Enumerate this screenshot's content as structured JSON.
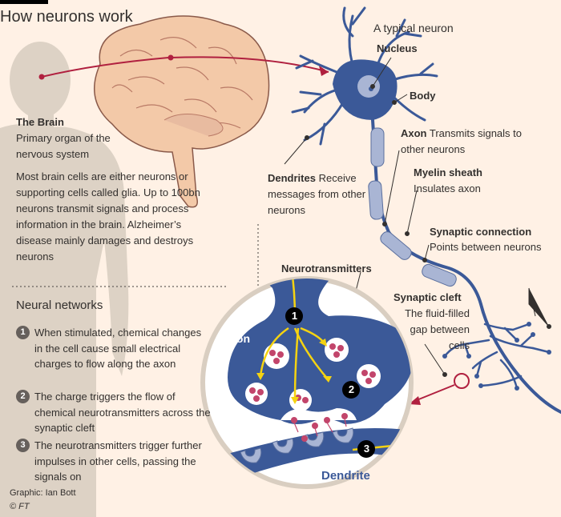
{
  "title": "How neurons work",
  "brain": {
    "heading": "The Brain",
    "subtitle": "Primary organ of the nervous system",
    "description": "Most brain cells are either neurons or supporting cells called glia. Up to 100bn neurons transmit signals and process information in the brain. Alzheimer’s disease mainly damages and destroys neurons"
  },
  "neural_networks": {
    "heading": "Neural networks",
    "steps": [
      {
        "num": "1",
        "text": "When stimulated, chemical changes in the cell cause small electrical charges to flow along the axon"
      },
      {
        "num": "2",
        "text": "The charge triggers the flow of chemical neurotransmitters across the synaptic cleft"
      },
      {
        "num": "3",
        "text": "The neurotransmitters trigger further impulses in other cells, passing the signals on"
      }
    ]
  },
  "neuron": {
    "heading": "A typical neuron",
    "labels": {
      "nucleus": "Nucleus",
      "body": "Body",
      "axon_term": "Axon",
      "axon_desc": "Transmits signals to other neurons",
      "myelin_term": "Myelin sheath",
      "myelin_desc": "Insulates axon",
      "dendrites_term": "Dendrites",
      "dendrites_desc": "Receive messages from other neurons",
      "synaptic_conn_term": "Synaptic connection",
      "synaptic_conn_desc": "Points between neurons",
      "cleft_term": "Synaptic cleft",
      "cleft_desc": "The fluid-filled gap between cells"
    }
  },
  "inset": {
    "neurotransmitters": "Neurotransmitters",
    "axon": "Axon",
    "dendrite": "Dendrite",
    "markers": [
      "1",
      "2",
      "3"
    ]
  },
  "credit": {
    "graphic": "Graphic: Ian Bott",
    "copyright": "© FT"
  },
  "colors": {
    "background": "#fff1e5",
    "neuron_blue": "#3b5998",
    "myelin": "#a9b5d4",
    "silhouette": "#d9cec1",
    "brain": "#f3c9a8",
    "arrow_red": "#b0203f",
    "signal_yellow": "#f5d311",
    "vesicle_pink": "#c2456b"
  }
}
